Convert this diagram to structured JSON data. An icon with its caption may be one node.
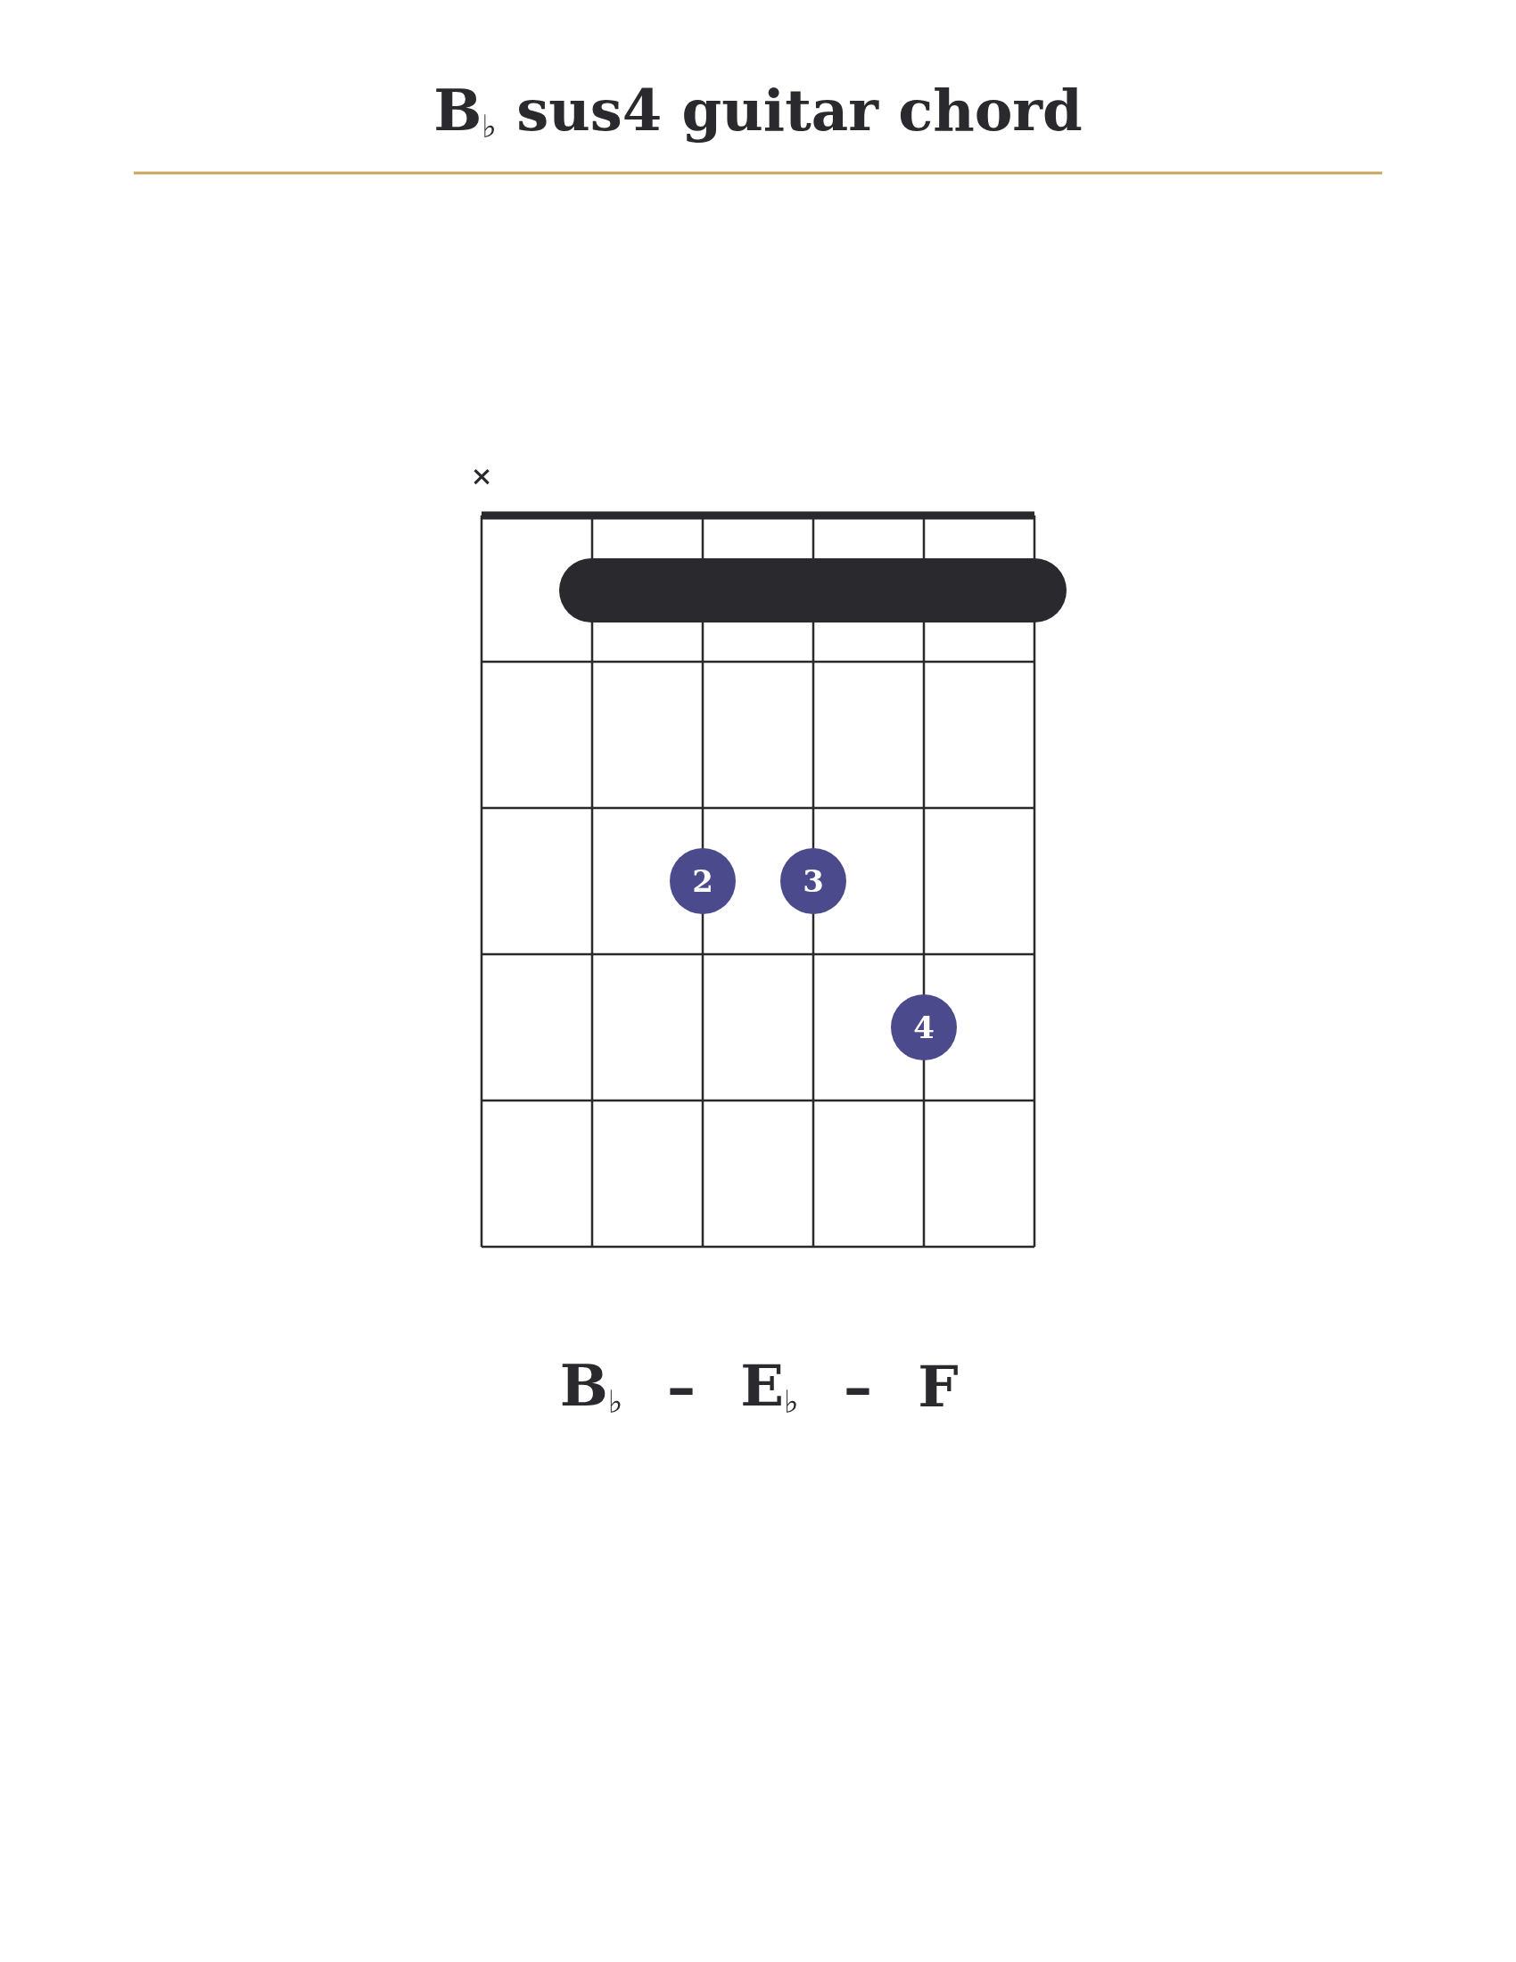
{
  "diagram": {
    "title": "B$_{♭}$ sus4 guitar chord",
    "nodes": [
      {
        "text": [],
        "shape": "bar"
      },
      {
        "text": [
          "2"
        ]
      },
      {
        "text": [
          "3"
        ]
      },
      {
        "text": [
          "4"
        ]
      }
    ],
    "labels": [
      "×",
      "B$_{♭}$",
      "–",
      "E$_{♭}$",
      "–",
      "F"
    ]
  }
}
